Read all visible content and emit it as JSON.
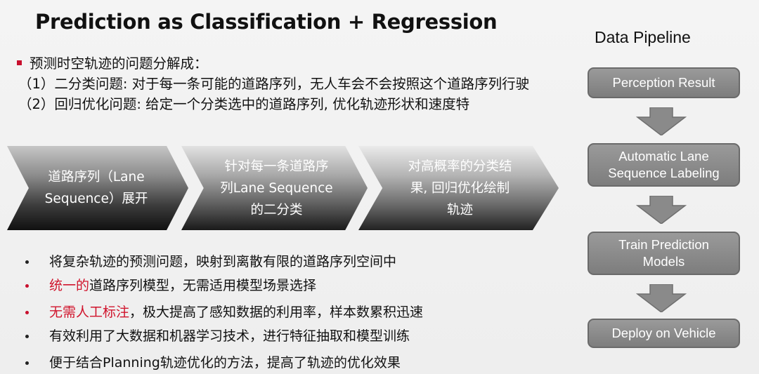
{
  "slide": {
    "title": "Prediction as Classification   + Regression",
    "intro": {
      "lead": "预测时空轨迹的问题分解成：",
      "item1": "（1）二分类问题: 对于每一条可能的道路序列，无人车会不会按照这个道路序列行驶",
      "item2": "（2）回归优化问题: 给定一个分类选中的道路序列, 优化轨迹形状和速度特"
    },
    "steps": [
      {
        "label": "道路序列（Lane\nSequence）展开"
      },
      {
        "label": "针对每一条道路序\n列Lane Sequence\n的二分类"
      },
      {
        "label": "对高概率的分类结\n果, 回归优化绘制\n轨迹"
      }
    ],
    "bullets": [
      {
        "highlight": "",
        "text": "将复杂轨迹的预测问题，映射到离散有限的道路序列空间中"
      },
      {
        "highlight": "统一的",
        "text": "道路序列模型，无需适用模型场景选择"
      },
      {
        "highlight": "无需人工标注",
        "text": "，极大提高了感知数据的利用率，样本数累积迅速"
      },
      {
        "highlight": "",
        "text": "有效利用了大数据和机器学习技术，进行特征抽取和模型训练"
      },
      {
        "highlight": "",
        "text": "便于结合Planning轨迹优化的方法，提高了轨迹的优化效果"
      }
    ],
    "pipeline": {
      "title": "Data Pipeline",
      "boxes": [
        {
          "label": "Perception Result"
        },
        {
          "label": "Automatic Lane\nSequence Labeling"
        },
        {
          "label": "Train Prediction\nModels"
        },
        {
          "label": "Deploy on Vehicle"
        }
      ]
    }
  },
  "colors": {
    "accent_red": "#d0142c",
    "pipeline_box": "#8a8a8a",
    "arrow": "#8a8a8a"
  }
}
